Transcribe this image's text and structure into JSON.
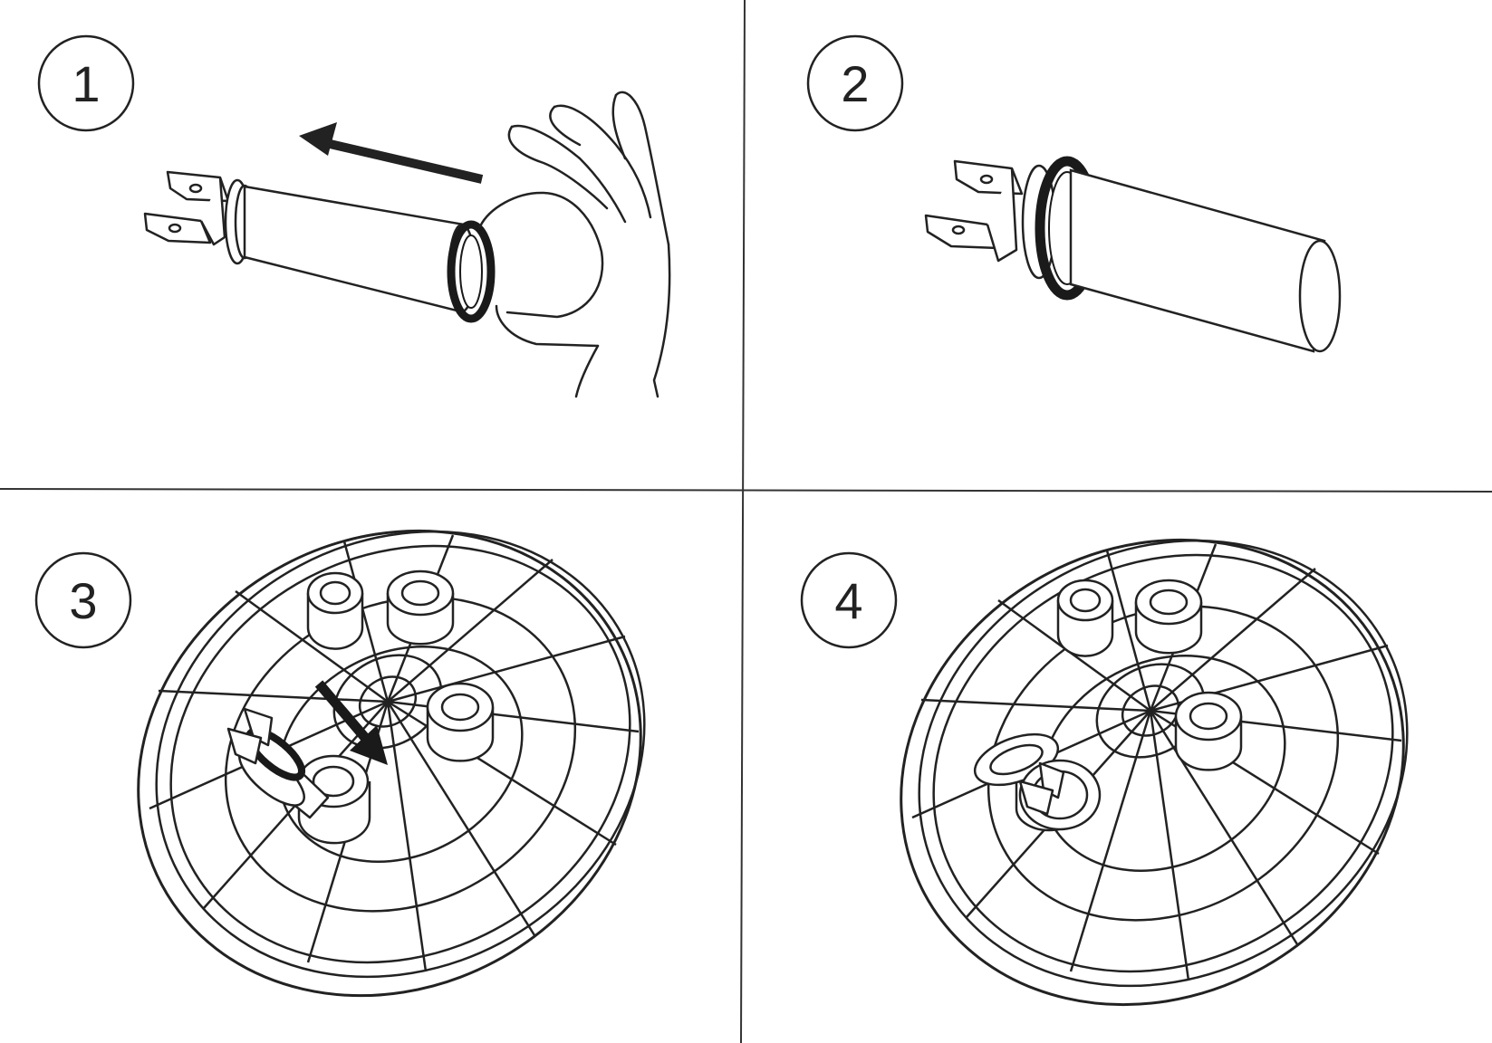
{
  "steps": [
    {
      "label": "1",
      "illustration": "fuse-holder-with-ring-being-slid-on"
    },
    {
      "label": "2",
      "illustration": "fuse-holder-with-ring-seated"
    },
    {
      "label": "3",
      "illustration": "grill-plate-inserting-fuse-holder"
    },
    {
      "label": "4",
      "illustration": "grill-plate-with-fuse-holder-installed"
    }
  ],
  "colors": {
    "ink": "#1a1a1a",
    "paper": "#ffffff",
    "divider": "#333333"
  }
}
